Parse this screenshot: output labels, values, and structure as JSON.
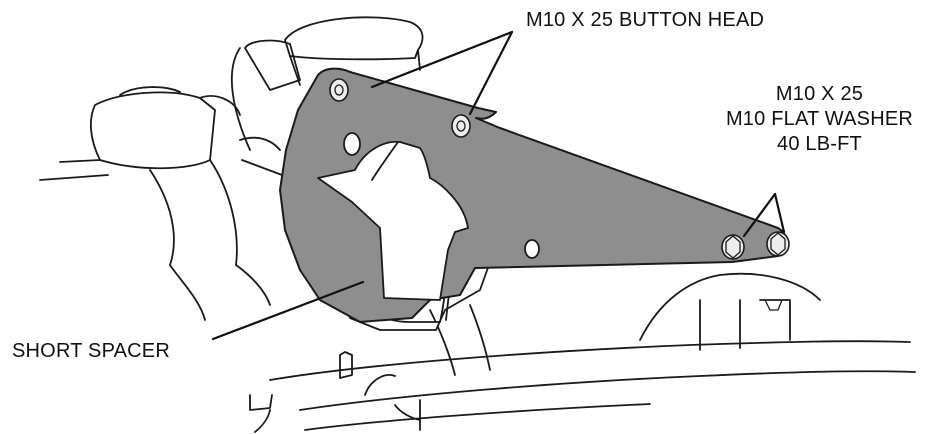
{
  "labels": {
    "button_head": "M10 X 25 BUTTON HEAD",
    "right_bolt": "M10 X 25",
    "right_washer": "M10 FLAT WASHER",
    "right_torque": "40 LB-FT",
    "spacer": "SHORT SPACER"
  }
}
